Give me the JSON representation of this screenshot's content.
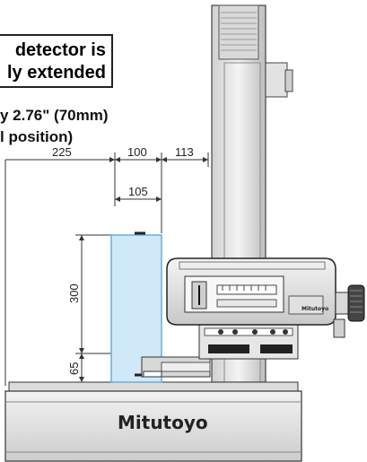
{
  "callout": {
    "line1": "detector is",
    "line2": "ly extended"
  },
  "note": {
    "line1": "y 2.76\" (70mm)",
    "line2": "l position)"
  },
  "dimensions": {
    "top_225": "225",
    "top_100": "100",
    "top_113": "113",
    "inner_105": "105",
    "height_300": "300",
    "height_65": "65"
  },
  "brand": {
    "base_logo": "Mitutoyo",
    "detector_logo": "Mitutoyo"
  },
  "colors": {
    "workpiece_fill": "#cfe9f8",
    "workpiece_stroke": "#6aaed6",
    "machine_gray": "#e6e6e6",
    "machine_dark": "#222222"
  }
}
